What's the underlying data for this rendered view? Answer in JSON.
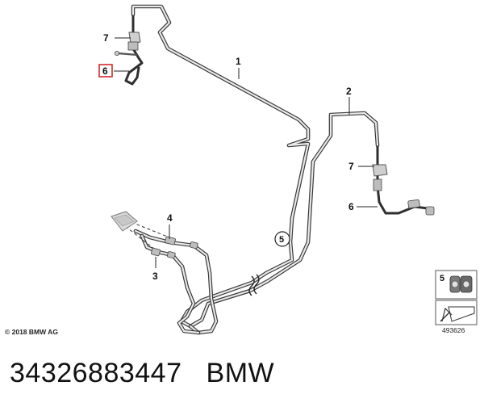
{
  "callouts": {
    "c1": "1",
    "c2": "2",
    "c3": "3",
    "c4": "4",
    "c5": "5",
    "c6_left": "6",
    "c6_right": "6",
    "c7_left": "7",
    "c7_right": "7",
    "c5_legend": "5"
  },
  "copyright": "© 2018 BMW AG",
  "doc_number": "493626",
  "footer": {
    "part_number": "34326883447",
    "brand": "BMW"
  },
  "colors": {
    "highlight_box": "#d22b2b",
    "line": "#222222"
  }
}
